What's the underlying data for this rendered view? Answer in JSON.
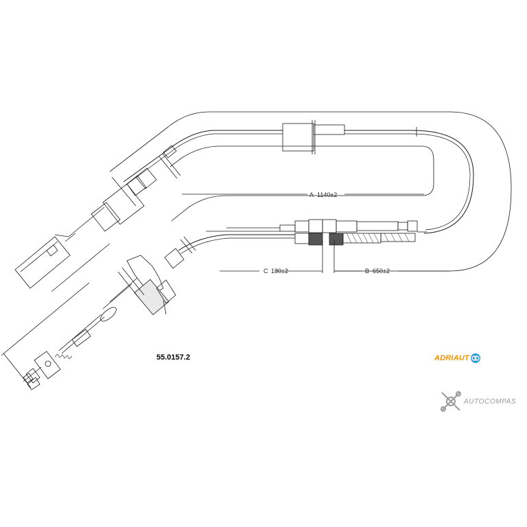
{
  "part_number": "55.0157.2",
  "dimensions": {
    "a_label": "A",
    "a_value": "1140±2",
    "b_label": "B",
    "b_value": "650±2",
    "c_label": "C",
    "c_value": "180±2"
  },
  "brand": {
    "name": "ADRIAUT",
    "color": "#f39200",
    "icon": "linked-circles-icon",
    "icon_color": "#2a9ad8"
  },
  "watermark": {
    "text": "AUTOCOMPAS",
    "icon": "wrench-gear-icon",
    "color": "#9a9a9a"
  }
}
